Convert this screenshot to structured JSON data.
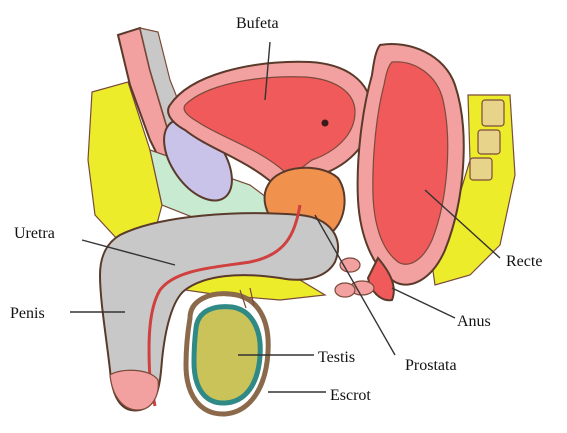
{
  "labels": {
    "bladder": "Bufeta",
    "urethra": "Uretra",
    "penis": "Penis",
    "testis": "Testis",
    "scrotum": "Escrot",
    "prostate": "Prostata",
    "anus": "Anus",
    "rectum": "Recte"
  },
  "colors": {
    "organ_red": "#f05a5a",
    "wall_pink": "#f2a0a0",
    "fat_yellow": "#ecec2a",
    "tissue_gray": "#c8c8c8",
    "seminal_lilac": "#c9c3ea",
    "muscle_green": "#c7ead0",
    "prostate_orange": "#f0914e",
    "testis_olive": "#c9c35a",
    "testis_rim": "#2f8a86"
  }
}
